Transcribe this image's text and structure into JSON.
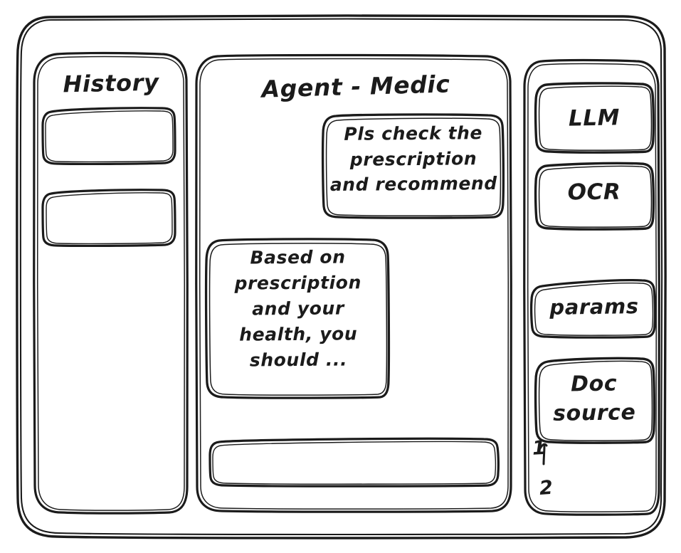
{
  "window": {
    "name": "agent-medic-wireframe"
  },
  "sidebar_left": {
    "title": "History",
    "items": [
      {
        "label": ""
      },
      {
        "label": ""
      }
    ]
  },
  "main": {
    "title": "Agent - Medic",
    "messages": [
      {
        "role": "user",
        "text": "Pls check the\nprescription\nand recommend"
      },
      {
        "role": "assistant",
        "text": "Based on\nprescription\nand your\nhealth, you\nshould ..."
      }
    ],
    "composer": {
      "value": "",
      "placeholder": ""
    }
  },
  "sidebar_right": {
    "buttons": [
      {
        "label": "LLM"
      },
      {
        "label": "OCR"
      },
      {
        "label": "params"
      },
      {
        "label": "Doc\nsource"
      }
    ],
    "doc_source_items": [
      {
        "label": "1"
      },
      {
        "label": "2"
      }
    ]
  },
  "colors": {
    "ink": "#1b1b1b",
    "paper": "#ffffff"
  }
}
